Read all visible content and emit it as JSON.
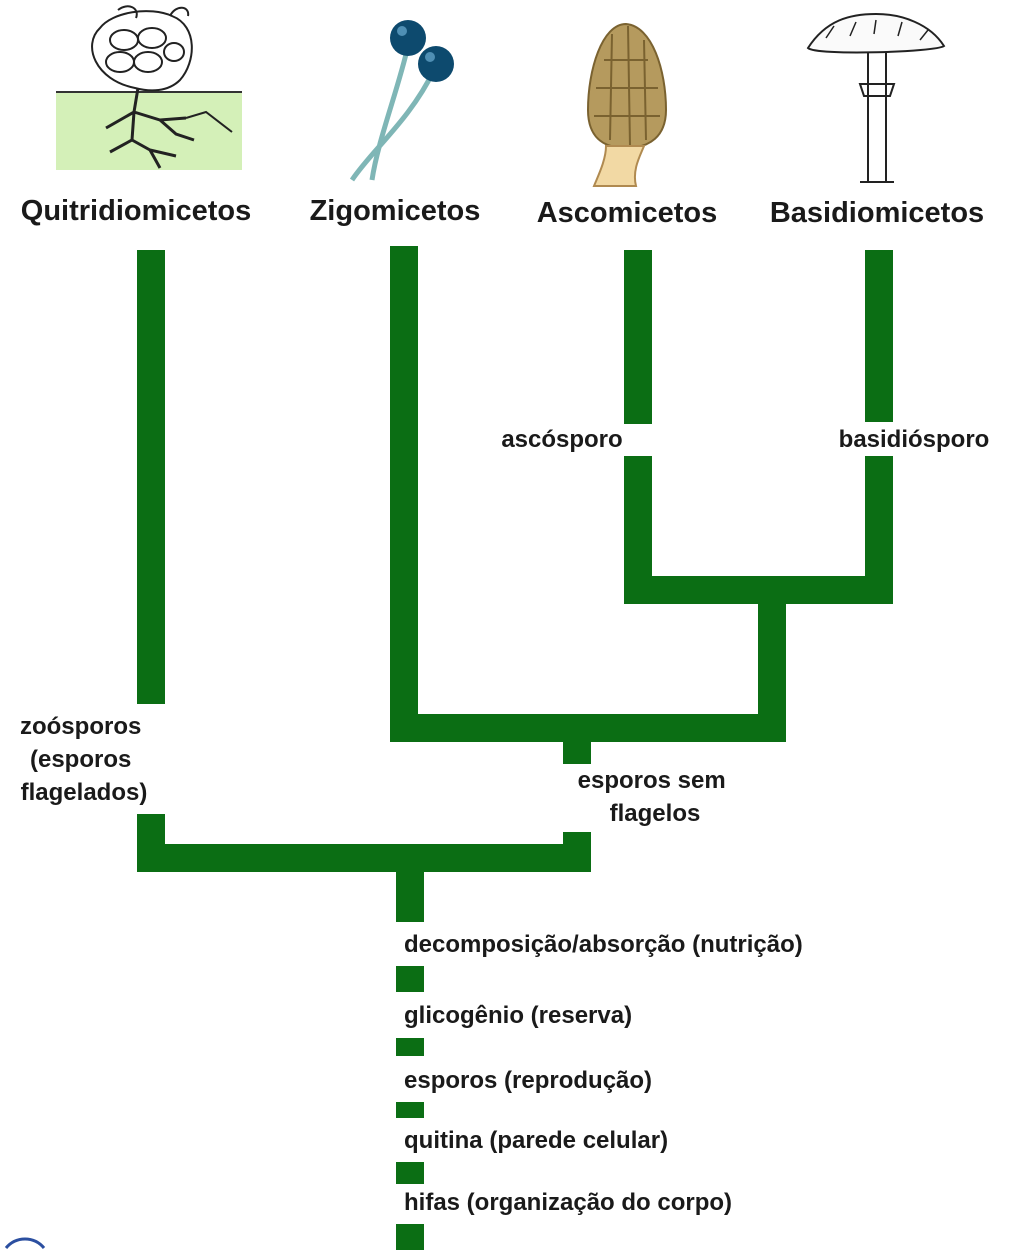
{
  "colors": {
    "branch": "#0b6e14",
    "text": "#1a1a1a",
    "soil": "#d4f0b8",
    "spore_blue": "#0d4a6e",
    "morel": "#b59a5e"
  },
  "taxa": {
    "quitridiomicetos": "Quitridiomicetos",
    "zigomicetos": "Zigomicetos",
    "ascomicetos": "Ascomicetos",
    "basidiomicetos": "Basidiomicetos"
  },
  "illustrations": {
    "quitridiomicetos": "chytrid-illustration",
    "zigomicetos": "zygomycete-sporangia-illustration",
    "ascomicetos": "morel-illustration",
    "basidiomicetos": "mushroom-illustration"
  },
  "traits": {
    "ascosporo": "ascósporo",
    "basidiosporo": "basidiósporo",
    "zoosporos": [
      "zoósporos",
      "(esporos",
      "flagelados)"
    ],
    "esporos_sem_flagelos": [
      "esporos sem",
      "flagelos"
    ],
    "decomposicao": "decomposição/absorção (nutrição)",
    "glicogenio": "glicogênio (reserva)",
    "esporos_reproducao": "esporos (reprodução)",
    "quitina": "quitina (parede celular)",
    "hifas": "hifas (organização do corpo)"
  }
}
